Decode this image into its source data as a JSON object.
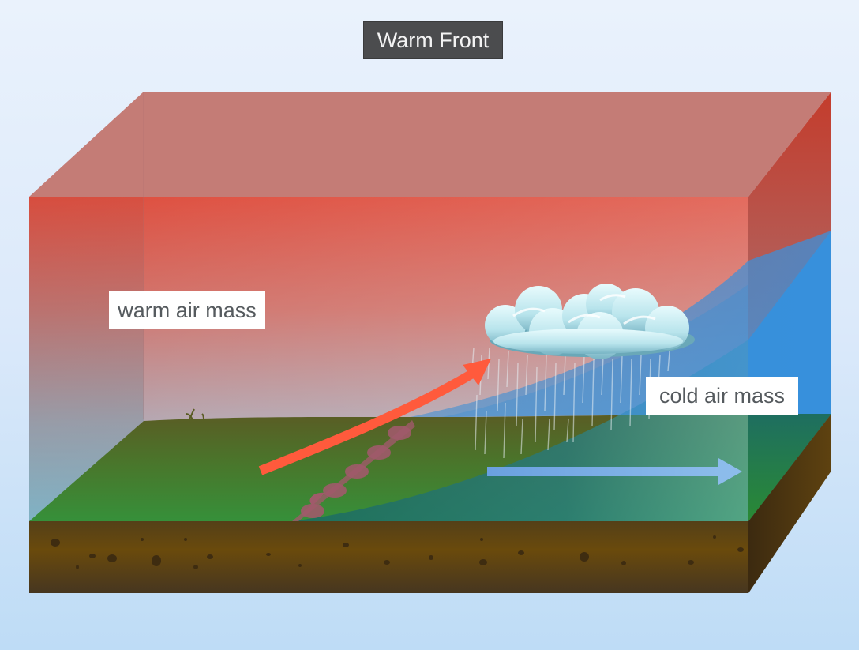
{
  "diagram": {
    "title": "Warm Front",
    "labels": {
      "warm_air_mass": "warm air mass",
      "cold_air_mass": "cold air mass"
    },
    "elements": {
      "warm_air_arrow": {
        "direction": "up-right",
        "color": "#ff5a3c"
      },
      "cold_air_arrow": {
        "direction": "right",
        "color": "#7aaee6"
      },
      "cloud": {
        "type": "nimbostratus rain cloud"
      },
      "rain": {
        "present": true
      },
      "front_symbol": {
        "type": "warm front semicircles",
        "color": "#a05a6a"
      }
    },
    "colors": {
      "warm_air": "#dc4e3e",
      "cold_air": "#2f90dc",
      "grass": "#3a8a3a",
      "soil": "#6a4a10",
      "title_bg": "#4b4c4e"
    }
  }
}
